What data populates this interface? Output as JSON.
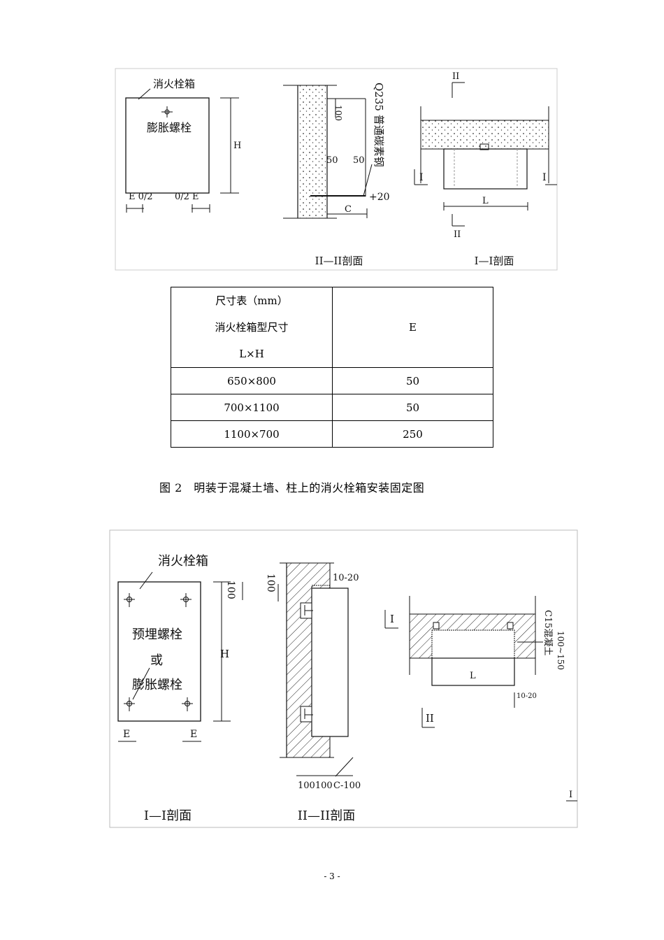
{
  "figure1": {
    "front": {
      "box_label": "消火栓箱",
      "bolt_label": "膨胀螺栓",
      "dim_h": "H",
      "dim_left": "E 0/2",
      "dim_right": "0/2 E"
    },
    "section2": {
      "dim_top": "100",
      "dim_50a": "50",
      "dim_50b": "50",
      "steel_label": "Q235 普通碳素钢",
      "dim_20": "+20",
      "dim_c": "C",
      "caption": "II—II剖面"
    },
    "section1": {
      "mark_ii_top": "II",
      "mark_ii_bottom": "II",
      "mark_i_left": "I",
      "mark_i_right": "I",
      "dim_l": "L",
      "caption": "I—I剖面"
    }
  },
  "table": {
    "header_left": [
      "尺寸表（mm）",
      "消火栓箱型尺寸",
      "L×H"
    ],
    "header_right": "E",
    "rows": [
      {
        "size": "650×800",
        "e": "50"
      },
      {
        "size": "700×1100",
        "e": "50"
      },
      {
        "size": "1100×700",
        "e": "250"
      }
    ]
  },
  "caption": "图 2　明装于混凝土墙、柱上的消火栓箱安装固定图",
  "figure2": {
    "front": {
      "box_label": "消火栓箱",
      "bolt_label1": "预埋螺栓",
      "or_label": "或",
      "bolt_label2": "膨胀螺栓",
      "dim_h": "H",
      "dim_100": "100",
      "dim_e_left": "E",
      "dim_e_right": "E",
      "caption": "I—I剖面"
    },
    "section2": {
      "dim_gap": "10-20",
      "dim_100": "100",
      "dim_bottom": "100100",
      "dim_c": "C-100",
      "caption": "II—II剖面"
    },
    "section1": {
      "mark_i": "I",
      "mark_ii": "II",
      "mark_i_bottom": "I",
      "dim_l": "L",
      "dim_gap": "10-20",
      "concrete_label": "C15混凝土",
      "dim_thickness": "100~150"
    }
  },
  "page_number": "- 3 -"
}
